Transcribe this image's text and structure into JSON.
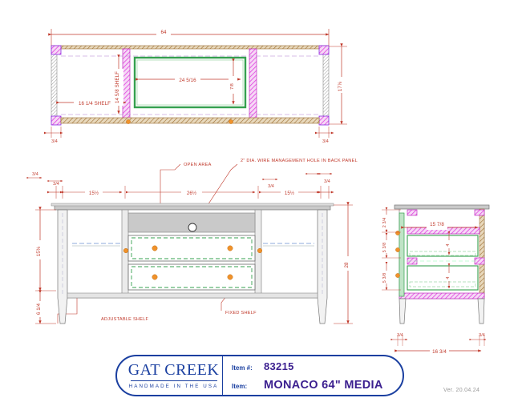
{
  "drawing": {
    "type": "furniture-shop-drawing",
    "views": [
      "top-plan",
      "front-elevation",
      "side-elevation"
    ]
  },
  "top_view": {
    "overall_width": "64",
    "depth": "17⅞",
    "center_opening": "24 5/16",
    "left_shelf": "16 1/4 SHELF",
    "partition_shelf": "14 5/8 SHELF",
    "panel_thickness_left": "3/4",
    "panel_thickness_right": "3/4",
    "inner_small": "7/8"
  },
  "front_view": {
    "callout_open_area": "OPEN AREA",
    "callout_wire_hole": "2\" DIA. WIRE MANAGEMENT HOLE IN BACK PANEL",
    "callout_adjustable_shelf": "ADJUSTABLE SHELF",
    "callout_fixed_shelf": "FIXED SHELF",
    "dim_left_edge": "3/4",
    "dim_left_bay": "15½",
    "dim_center_bay": "26½",
    "dim_right_bay": "15½",
    "dim_right_edge": "3/4",
    "dim_top_small_a": "3/4",
    "dim_top_small_b": "3/4",
    "dim_top_small_c": "3/4",
    "dim_top_small_d": "3/4",
    "dim_overall_height": "28",
    "dim_case_height": "15⅜",
    "dim_leg_height": "6 1/4"
  },
  "side_view": {
    "dim_inner_width": "15 7/8",
    "dim_drawer_a": "4",
    "dim_drawer_b": "4",
    "dim_top_small": "2 3/4",
    "dim_mid_a": "5 3/8",
    "dim_mid_b": "5 3/8",
    "dim_bottom_overall": "16 3/4",
    "dim_bottom_left": "3/4",
    "dim_bottom_right": "3/4"
  },
  "title_block": {
    "logo_line1": "GAT CREEK",
    "logo_line2": "HANDMADE IN THE USA",
    "item_number_label": "Item #:",
    "item_number_value": "83215",
    "item_label": "Item:",
    "item_value": "MONACO 64\" MEDIA",
    "version": "Ver. 20.04.24"
  },
  "colors": {
    "dimension_red": "#c0392b",
    "partition_magenta": "#e040e0",
    "shelf_green": "#35a04f",
    "knob_orange": "#f0922b",
    "wood_brown": "#9a6b2f",
    "case_gray": "#b9b9b9",
    "brand_blue": "#1a3fa0",
    "item_purple": "#3b1f8f"
  }
}
